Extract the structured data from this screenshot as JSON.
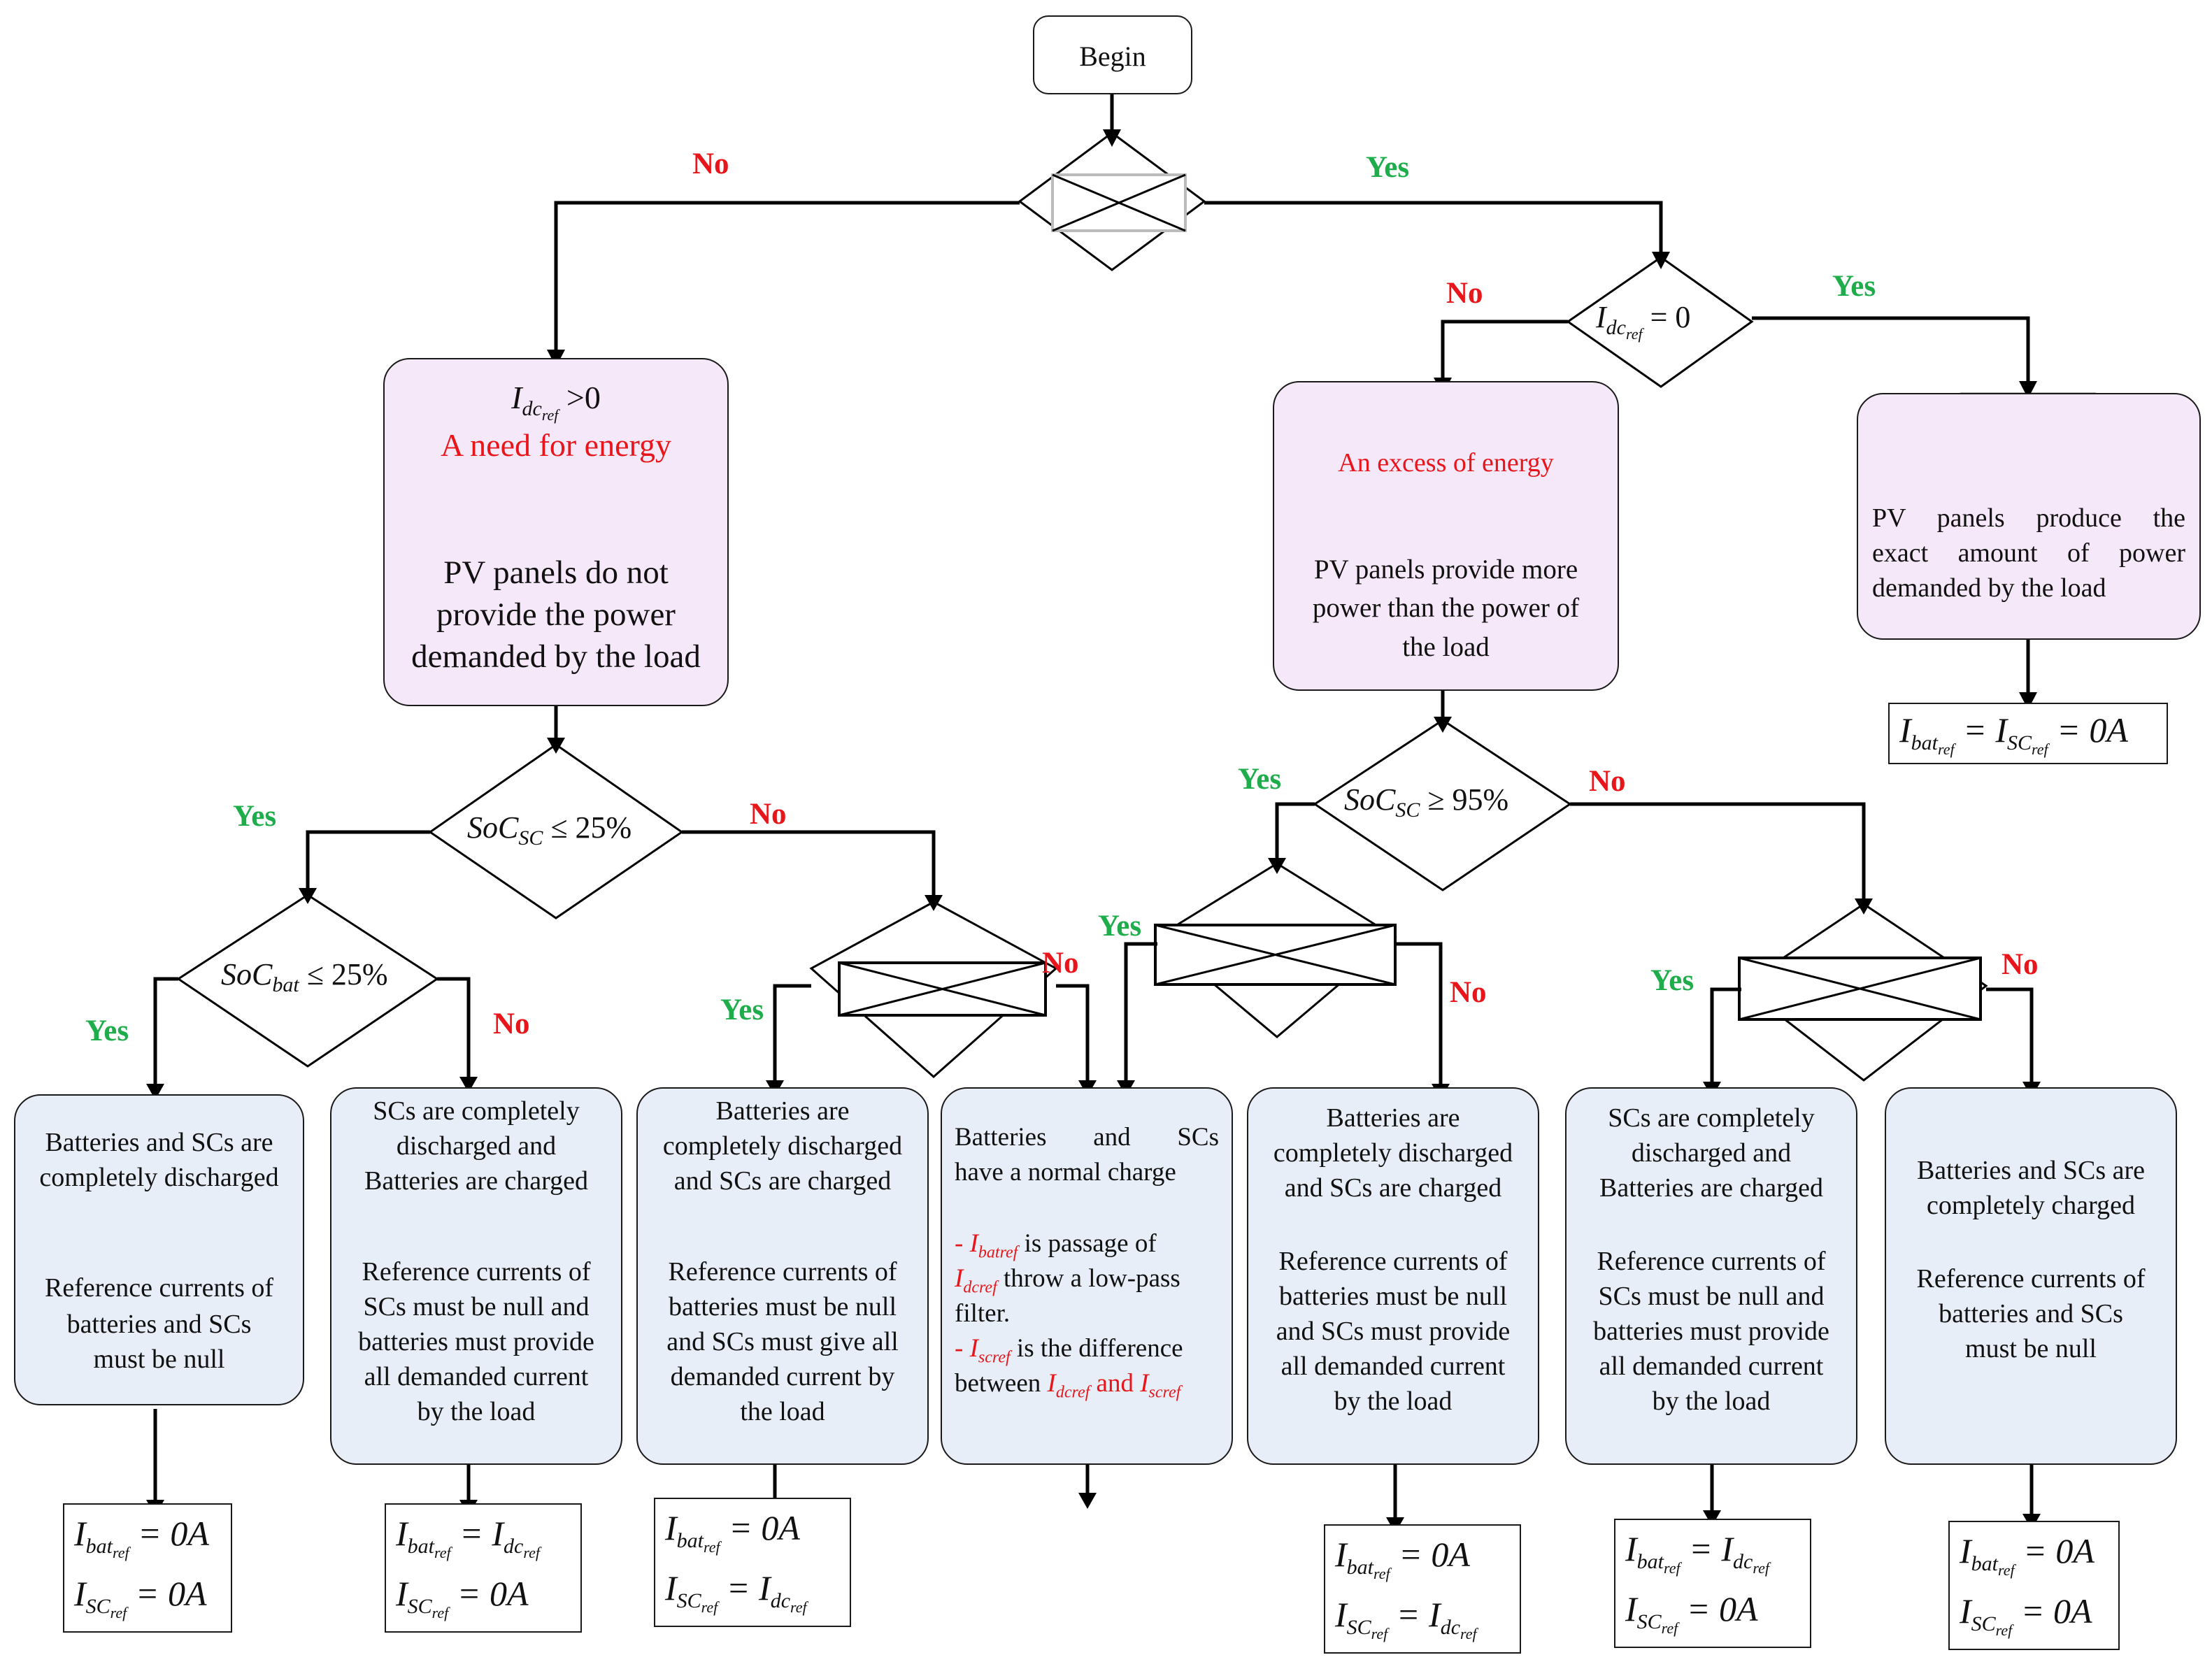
{
  "begin": "Begin",
  "labels": {
    "yes": "Yes",
    "no": "No"
  },
  "conditions": {
    "idc_eq_zero": {
      "var": "I",
      "sub": "dc",
      "subsub": "ref",
      "rest": " = 0"
    },
    "soc_sc_le25": {
      "var": "SoC",
      "sub": "SC",
      "rest": " ≤ 25%"
    },
    "soc_bat_le25": {
      "var": "SoC",
      "sub": "bat",
      "rest": " ≤ 25%"
    },
    "soc_sc_ge95": {
      "var": "SoC",
      "sub": "SC",
      "rest": " ≥ 95%"
    }
  },
  "need_box": {
    "condition": {
      "var": "I",
      "sub": "dc",
      "subsub": "ref",
      "rest": " >0"
    },
    "heading": "A need for energy",
    "lines": [
      "PV panels do not",
      "provide the power",
      "demanded by the load"
    ]
  },
  "excess_box": {
    "heading": "An excess of energy",
    "lines": [
      "PV panels provide more",
      "power than the power of",
      "the load"
    ]
  },
  "exact_box": {
    "lines": [
      "PV panels produce the",
      "exact amount of power",
      "demanded by the load"
    ]
  },
  "exact_eq": "= I",
  "leaves": [
    {
      "top": [
        "Batteries and SCs are",
        "completely discharged"
      ],
      "bottom": [
        "Reference currents of",
        "batteries and SCs",
        "must be null"
      ]
    },
    {
      "top": [
        "SCs are completely",
        "discharged and",
        "Batteries are charged"
      ],
      "bottom": [
        "Reference currents of",
        "SCs must be null and",
        "batteries must provide",
        "all demanded current",
        "by the load"
      ]
    },
    {
      "top": [
        "Batteries are",
        "completely discharged",
        "and SCs are charged"
      ],
      "bottom": [
        "Reference currents of",
        "batteries must be null",
        "and SCs must give all",
        "demanded current by",
        "the load"
      ]
    },
    {
      "top": [
        "Batteries and SCs",
        "have a normal charge"
      ],
      "note1a": "- ",
      "note1b": "I",
      "note1c": "batref",
      "note1d": " is passage of",
      "note2a": "I",
      "note2b": "dcref",
      "note2c": " throw a low-pass",
      "note3": "filter.",
      "note4a": "- ",
      "note4b": "I",
      "note4c": "scref",
      "note4d": " is the difference",
      "note5a": "between ",
      "note5b": "I",
      "note5c": "dcref",
      "note5d": " and ",
      "note5e": "I",
      "note5f": "scref"
    },
    {
      "top": [
        "Batteries are",
        "completely discharged",
        "and SCs are charged"
      ],
      "bottom": [
        "Reference currents of",
        "batteries must be null",
        "and SCs must provide",
        "all demanded current",
        "by the load"
      ]
    },
    {
      "top": [
        "SCs are completely",
        "discharged and",
        "Batteries are charged"
      ],
      "bottom": [
        "Reference currents of",
        "SCs must be null and",
        "batteries must provide",
        "all demanded current",
        "by the load"
      ]
    },
    {
      "top": [
        "Batteries and SCs are",
        "completely charged"
      ],
      "bottom": [
        "Reference currents of",
        "batteries and SCs",
        "must be null"
      ]
    }
  ],
  "equations": [
    {
      "l1": "= 0A",
      "l2": "= 0A"
    },
    {
      "l1": "= I",
      "l2": "= 0A"
    },
    {
      "l1": "= 0A",
      "l2": "= I"
    },
    {
      "l1": "= 0A",
      "l2": "= I"
    },
    {
      "l1": "= I",
      "l2": "= 0A"
    },
    {
      "l1": "= 0A",
      "l2": "= 0A"
    }
  ],
  "colors": {
    "yes": "#1fad4b",
    "no": "#e8161b",
    "pink_box": "#f5e8f8",
    "blue_box": "#e7eef7",
    "down_arrow": "#7ea6dc",
    "red_text": "#e8161b"
  }
}
